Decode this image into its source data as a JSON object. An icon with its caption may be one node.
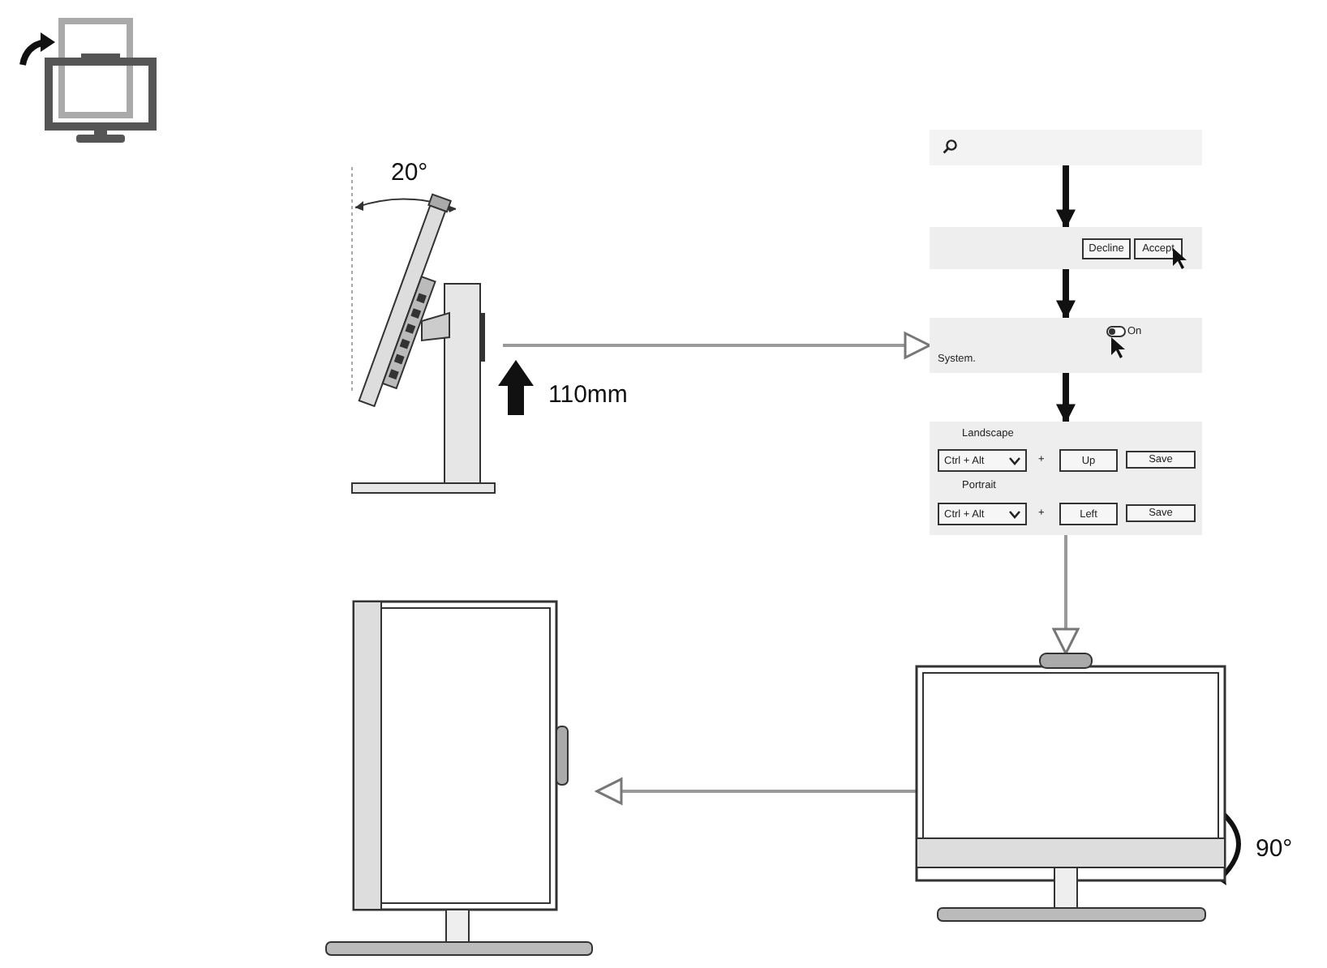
{
  "diagram": {
    "nodes": [
      {
        "text": [],
        "shape": "picture"
      },
      {
        "text": [],
        "shape": "box"
      },
      {
        "text": [
          "Decline",
          "Accept"
        ]
      },
      {
        "text": [
          "On",
          "System."
        ]
      },
      {
        "text": [
          "Landscape",
          "Ctrl + Alt",
          "+",
          "Up",
          "Save",
          "Portrait",
          "Ctrl + Alt",
          "+",
          "Left",
          "Save"
        ]
      },
      {
        "text": [],
        "shape": "picture"
      },
      {
        "text": [],
        "shape": "picture"
      }
    ],
    "edges": [
      {
        "from": 0,
        "to": 3,
        "arrow": "to"
      },
      {
        "from": 1,
        "to": 2,
        "arrow": "to",
        "style": "thick",
        "color": "#111111"
      },
      {
        "from": 2,
        "to": 3,
        "arrow": "to",
        "style": "thick",
        "color": "#111111"
      },
      {
        "from": 3,
        "to": 4,
        "arrow": "to",
        "style": "thick",
        "color": "#111111"
      },
      {
        "from": 4,
        "to": 5,
        "arrow": "to"
      },
      {
        "from": 5,
        "to": 6,
        "arrow": "to"
      }
    ],
    "labels": [
      "20°",
      "110mm",
      "90°"
    ]
  }
}
